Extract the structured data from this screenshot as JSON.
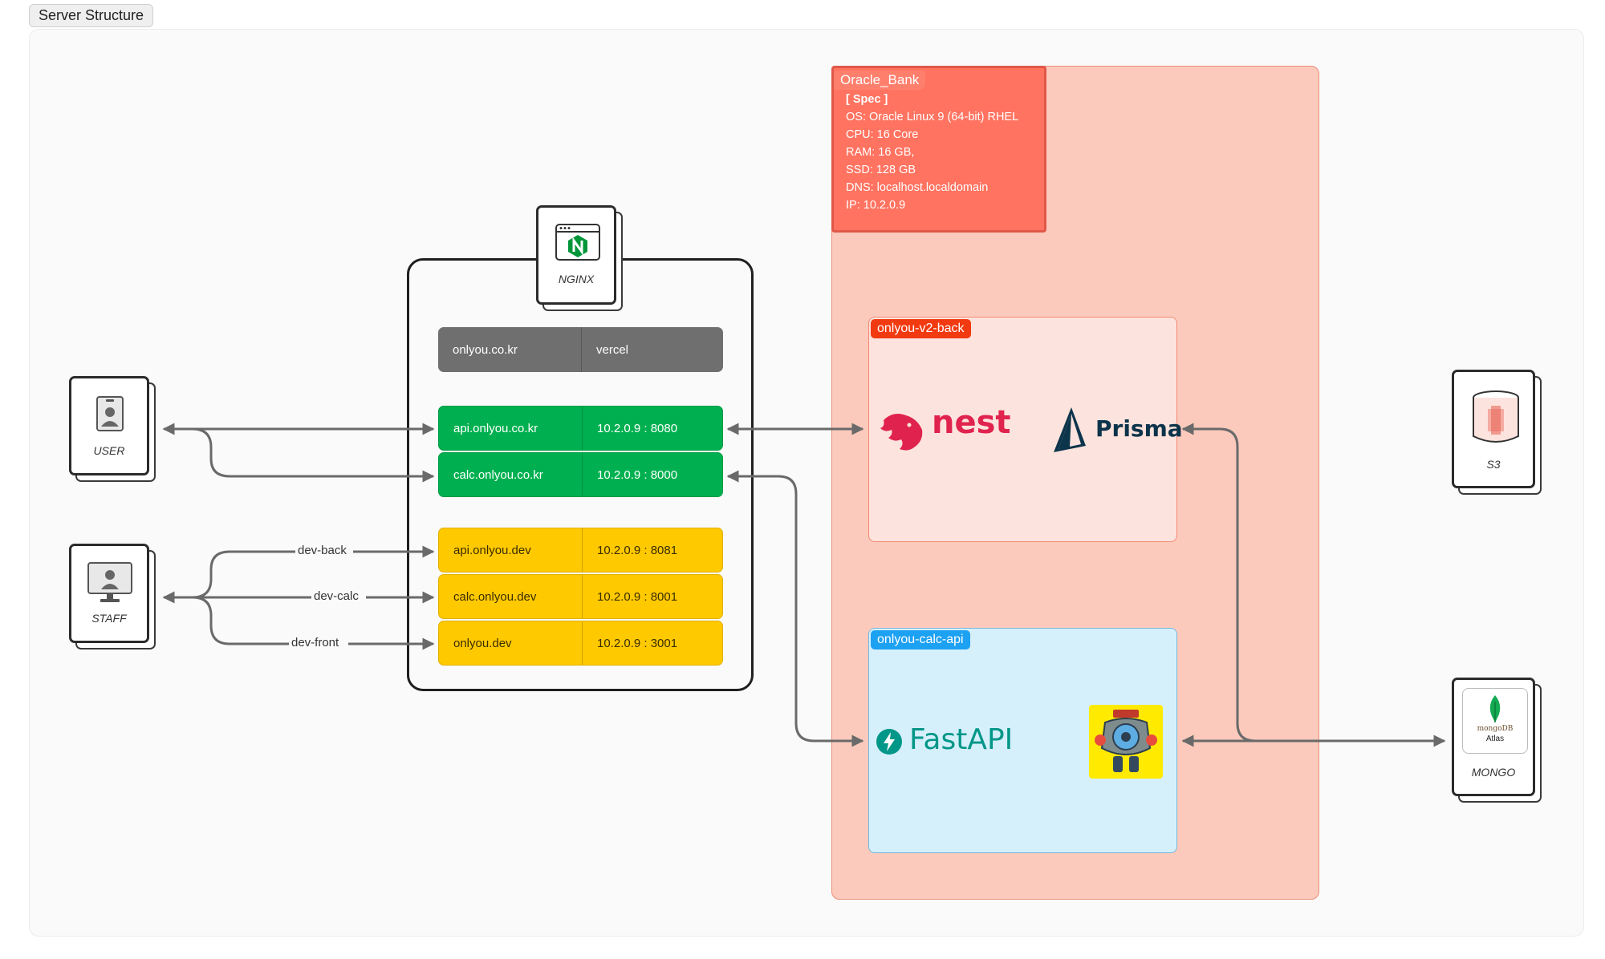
{
  "frame": {
    "title": "Server Structure"
  },
  "nodes": {
    "user": {
      "label": "USER",
      "icon": "user-id-badge-icon"
    },
    "staff": {
      "label": "STAFF",
      "icon": "desktop-monitor-user-icon"
    },
    "nginx": {
      "label": "NGINX",
      "icon": "nginx-logo-icon"
    },
    "s3": {
      "label": "S3",
      "icon": "s3-bucket-icon"
    },
    "mongo": {
      "label": "MONGO",
      "icon": "mongodb-atlas-logo",
      "logo_line1": "mongoDB",
      "logo_line2": "Atlas"
    }
  },
  "routes": [
    {
      "domain": "onlyou.co.kr",
      "target": "vercel",
      "color": "#6f6f6f"
    },
    {
      "domain": "api.onlyou.co.kr",
      "target": "10.2.0.9 : 8080",
      "color": "#00b050"
    },
    {
      "domain": "calc.onlyou.co.kr",
      "target": "10.2.0.9 : 8000",
      "color": "#00b050"
    },
    {
      "domain": "api.onlyou.dev",
      "target": "10.2.0.9 : 8081",
      "color": "#ffc900"
    },
    {
      "domain": "calc.onlyou.dev",
      "target": "10.2.0.9 : 8001",
      "color": "#ffc900"
    },
    {
      "domain": "onlyou.dev",
      "target": "10.2.0.9 : 3001",
      "color": "#ffc900"
    }
  ],
  "connector_labels": {
    "dev_back": "dev-back",
    "dev_calc": "dev-calc",
    "dev_front": "dev-front"
  },
  "oracle": {
    "title": "Oracle_Bank",
    "spec_heading": "[ Spec ]",
    "spec": [
      "OS: Oracle Linux 9 (64-bit) RHEL",
      "CPU: 16 Core",
      "RAM: 16 GB,",
      "SSD: 128 GB",
      "DNS: localhost.localdomain",
      "IP: 10.2.0.9"
    ]
  },
  "services": {
    "back": {
      "tag": "onlyou-v2-back",
      "logo1": "nest",
      "logo2": "Prisma",
      "color": "#f23a10"
    },
    "calc": {
      "tag": "onlyou-calc-api",
      "logo1": "FastAPI",
      "logo2_icon": "uvicorn-robot-mascot-icon",
      "color": "#1da1f2"
    }
  },
  "colors": {
    "oracle_bg": "#fccabc",
    "spec_bg": "#ff7360",
    "back_bg": "#fde3dd",
    "calc_bg": "#d6f0fb",
    "nest_red": "#e0234e",
    "prisma_dark": "#0c344b",
    "fastapi_teal": "#009688"
  }
}
